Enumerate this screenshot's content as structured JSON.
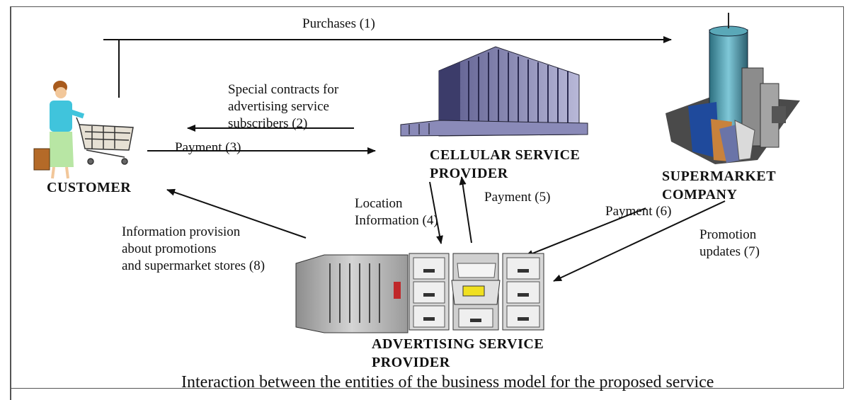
{
  "entities": {
    "customer": "CUSTOMER",
    "cellular": "CELLULAR SERVICE\nPROVIDER",
    "supermarket": "SUPERMARKET\nCOMPANY",
    "advertising": "ADVERTISING SERVICE\nPROVIDER"
  },
  "flows": {
    "purchases": "Purchases (1)",
    "special_contracts": "Special contracts for\nadvertising service\nsubscribers (2)",
    "payment3": "Payment (3)",
    "location_info": "Location\nInformation (4)",
    "payment5": "Payment (5)",
    "payment6": "Payment (6)",
    "promotion_updates": "Promotion\nupdates (7)",
    "info_provision": "Information provision\nabout promotions\nand supermarket stores (8)"
  },
  "caption": "Interaction between the entities of the business model for the proposed service"
}
